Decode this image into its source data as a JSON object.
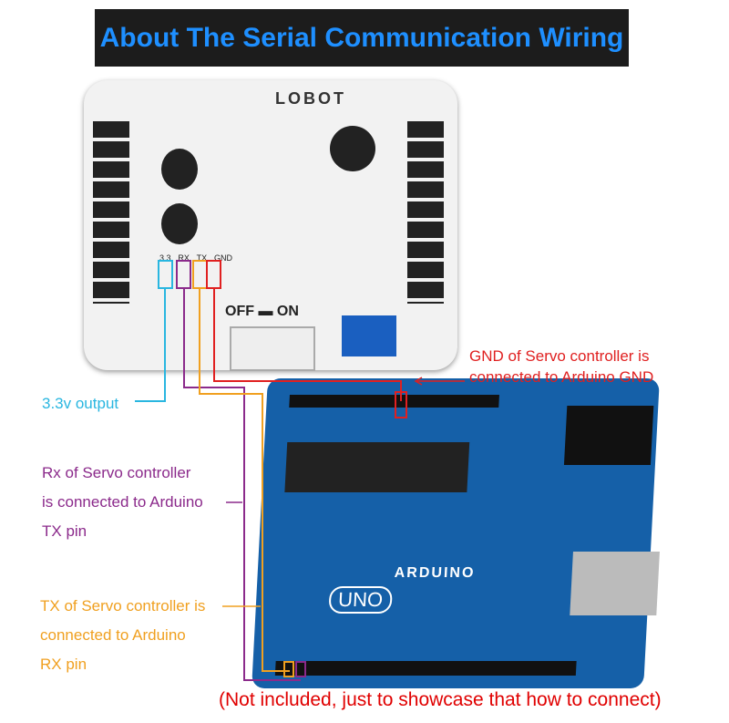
{
  "title": "About The Serial Communication Wiring",
  "servo_board": {
    "brand": "LOBOT",
    "pin_labels": [
      "3.3",
      "RX",
      "TX",
      "GND"
    ],
    "switch_off": "OFF",
    "switch_on": "ON"
  },
  "arduino": {
    "brand": "ARDUINO",
    "model": "UNO"
  },
  "labels": {
    "v33": "3.3v output",
    "rx": [
      "Rx of Servo controller",
      "is connected to Arduino",
      "TX pin"
    ],
    "tx": [
      "TX of Servo controller is",
      "connected to Arduino",
      "RX pin"
    ],
    "gnd": [
      "GND of Servo controller is",
      "connected to Arduino GND"
    ]
  },
  "note": "(Not included, just to showcase that how to connect)",
  "colors": {
    "v33": "#29b6e0",
    "rx": "#8b2a8b",
    "tx": "#f0a020",
    "gnd": "#e02020"
  }
}
